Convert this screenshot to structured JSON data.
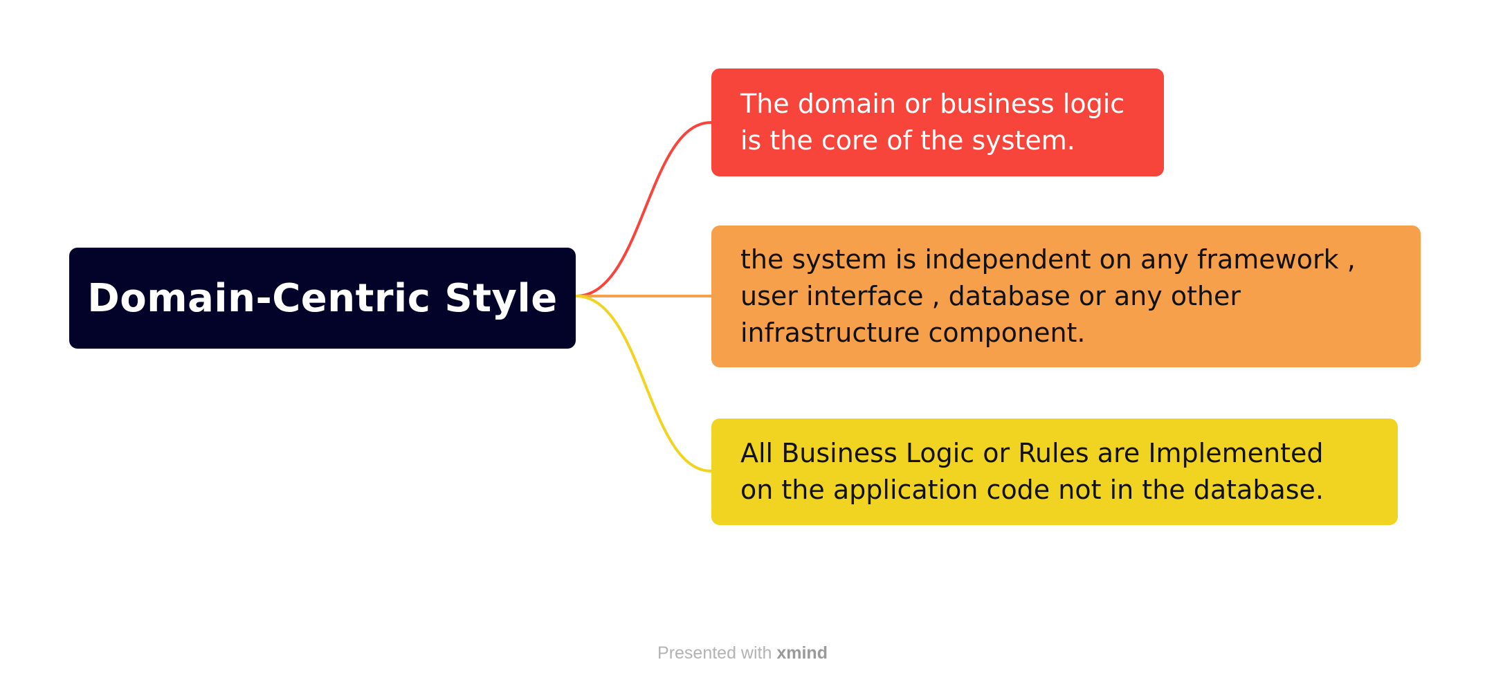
{
  "central": {
    "label": "Domain-Centric Style",
    "bg_color": "#03032a",
    "text_color": "#ffffff"
  },
  "topics": [
    {
      "lines": [
        "The domain or business logic",
        "is the core of the system."
      ],
      "bg_color": "#f8453c",
      "text_color": "#ffffff",
      "connector_color": "#f8453c"
    },
    {
      "lines": [
        "the system is independent on any framework ,",
        "user interface , database or any other",
        "infrastructure component."
      ],
      "bg_color": "#f6a04b",
      "text_color": "#111111",
      "connector_color": "#f6a04b"
    },
    {
      "lines": [
        "All Business Logic or Rules are Implemented",
        "on the application code not in the database."
      ],
      "bg_color": "#f0d421",
      "text_color": "#111111",
      "connector_color": "#f0d421"
    }
  ],
  "footer": {
    "prefix": "Presented with",
    "brand": "xmind"
  }
}
